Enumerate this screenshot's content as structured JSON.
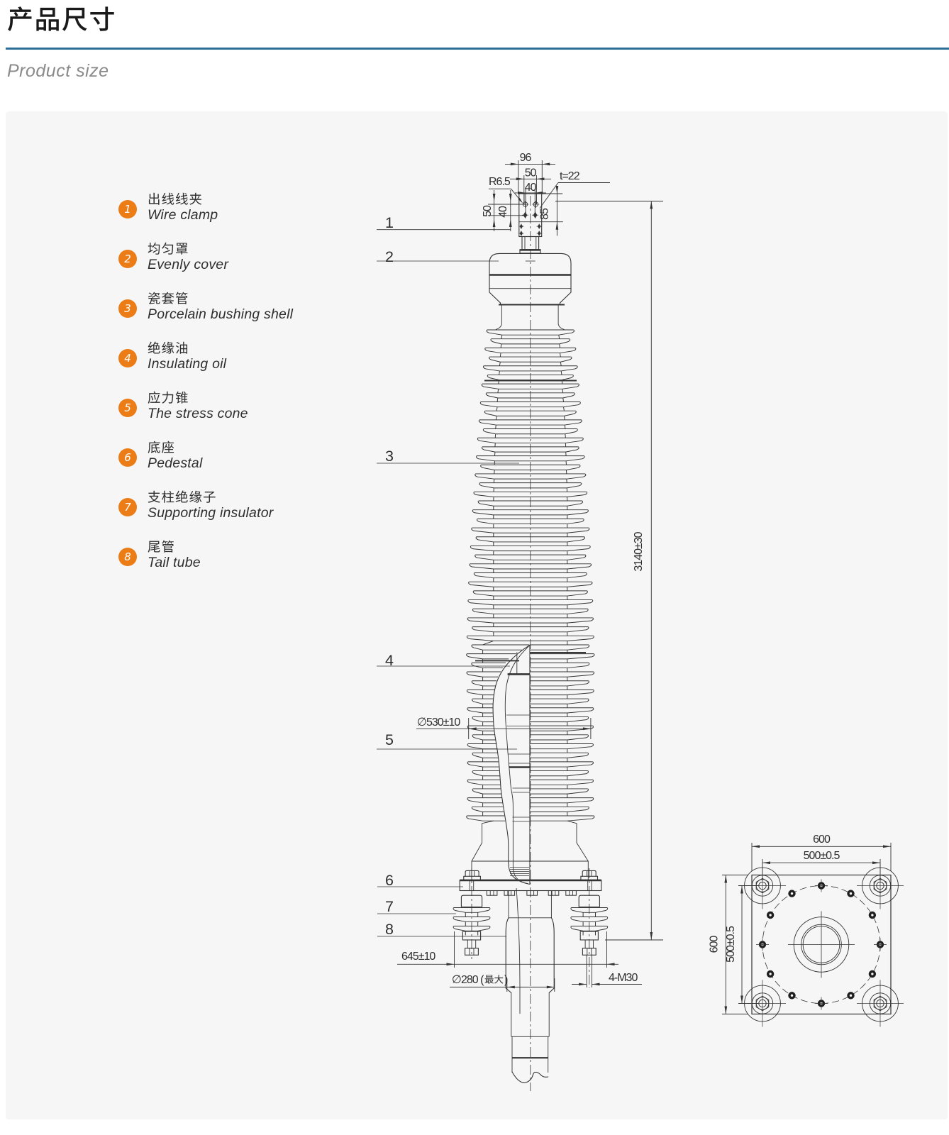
{
  "header": {
    "title_zh": "产品尺寸",
    "title_en": "Product size",
    "rule_color": "#2d6f98"
  },
  "panel": {
    "bg": "#f6f6f7"
  },
  "legend": {
    "badge_color": "#ec7c16",
    "items": [
      {
        "num": "1",
        "zh": "出线线夹",
        "en": "Wire clamp"
      },
      {
        "num": "2",
        "zh": "均匀罩",
        "en": "Evenly cover"
      },
      {
        "num": "3",
        "zh": "瓷套管",
        "en": "Porcelain bushing shell"
      },
      {
        "num": "4",
        "zh": "绝缘油",
        "en": "Insulating oil"
      },
      {
        "num": "5",
        "zh": "应力锥",
        "en": "The stress cone"
      },
      {
        "num": "6",
        "zh": "底座",
        "en": "Pedestal"
      },
      {
        "num": "7",
        "zh": "支柱绝缘子",
        "en": "Supporting insulator"
      },
      {
        "num": "8",
        "zh": "尾管",
        "en": "Tail tube"
      }
    ]
  },
  "drawing": {
    "stroke": "#333333",
    "part_labels": [
      "1",
      "2",
      "3",
      "4",
      "5",
      "6",
      "7",
      "8"
    ],
    "dims": {
      "clamp_width": "96",
      "hole_span": "50",
      "hole_span_inner": "40",
      "corner_radius": "R6.5",
      "plate_thickness": "t=22",
      "left_outer": "50",
      "left_inner": "40",
      "clamp_height": "85",
      "total_height": "3140±30",
      "shed_diameter": "∅530±10",
      "base_span": "645±10",
      "tail_diameter_prefix": "∅280 (",
      "tail_diameter_cjk": "最大",
      "tail_diameter_suffix": ")",
      "stud_spec": "4-M30"
    },
    "flange": {
      "width": "600",
      "bolt_span_w": "500±0.5",
      "height": "600",
      "bolt_span_h": "500±0.5"
    }
  }
}
